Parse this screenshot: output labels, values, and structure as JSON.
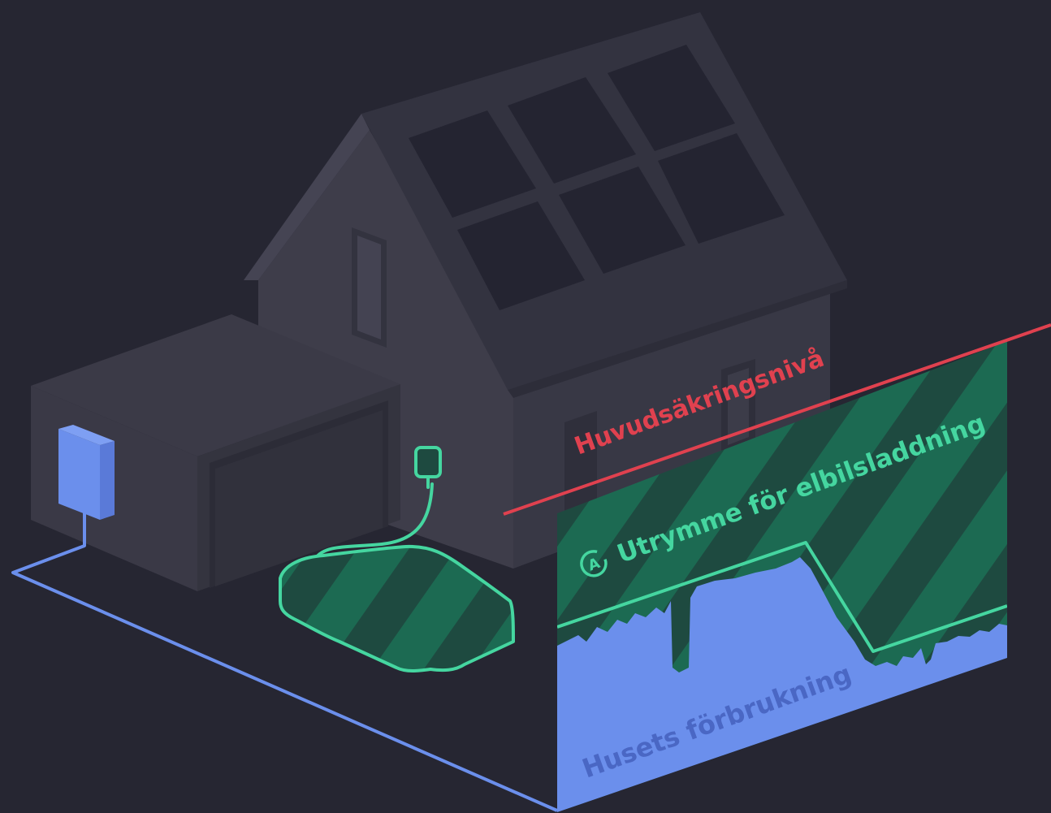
{
  "labels": {
    "fuse_level": "Huvudsäkringsnivå",
    "ev_room": "Utrymme för elbilsladdning",
    "house_consumption": "Husets förbrukning",
    "auto_badge": "A"
  },
  "colors": {
    "background": "#262632",
    "fuse_line": "#e0414f",
    "ev_area": "#1c6a52",
    "ev_stripe": "#1e4a40",
    "ev_outline": "#45d6a0",
    "consumption": "#6b8fec",
    "consumption_text": "#4a67c4",
    "meter_box": "#6b8fec",
    "cable": "#6b8fec"
  },
  "icons": {
    "charger": "ev-charger-icon",
    "car": "car-icon",
    "meter": "electricity-meter-icon",
    "auto": "auto-mode-icon"
  }
}
